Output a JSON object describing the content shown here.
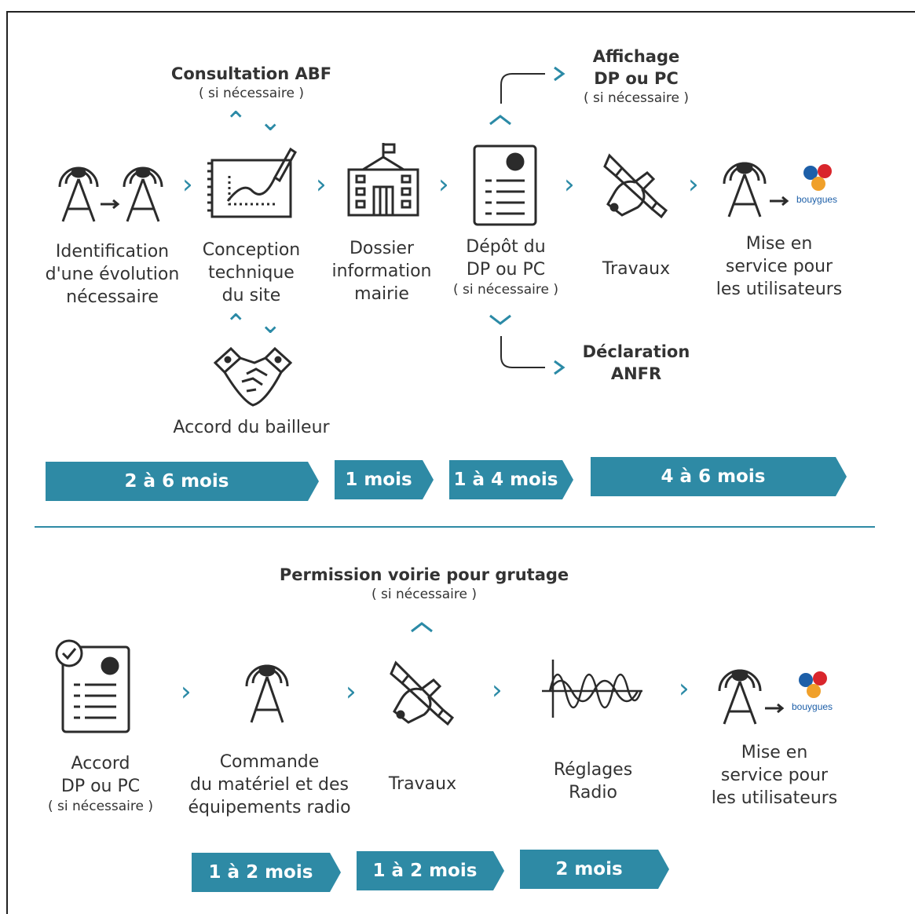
{
  "top": {
    "headings": {
      "consultation": {
        "title": "Consultation ABF",
        "note": "( si nécessaire )"
      },
      "affichage": {
        "line1": "Affichage",
        "line2": "DP ou PC",
        "note": "( si nécessaire )"
      },
      "declaration": {
        "line1": "Déclaration",
        "line2": "ANFR"
      }
    },
    "steps": [
      {
        "line1": "Identification",
        "line2": "d'une évolution",
        "line3": "nécessaire"
      },
      {
        "line1": "Conception",
        "line2": "technique",
        "line3": "du site"
      },
      {
        "line1": "Dossier",
        "line2": "information",
        "line3": "mairie"
      },
      {
        "line1": "Dépôt du",
        "line2": "DP ou PC",
        "note": "( si nécessaire )"
      },
      {
        "line1": "Travaux"
      },
      {
        "line1": "Mise en",
        "line2": "service pour",
        "line3": "les utilisateurs"
      }
    ],
    "accord_bailleur": "Accord du bailleur",
    "durations": [
      "2 à 6 mois",
      "1 mois",
      "1 à 4 mois",
      "4 à 6 mois"
    ]
  },
  "bottom": {
    "heading": {
      "title": "Permission voirie pour grutage",
      "note": "( si nécessaire )"
    },
    "steps": [
      {
        "line1": "Accord",
        "line2": "DP ou PC",
        "note": "( si nécessaire )"
      },
      {
        "line1": "Commande",
        "line2": "du matériel et des",
        "line3": "équipements radio"
      },
      {
        "line1": "Travaux"
      },
      {
        "line1": "Réglages",
        "line2": "Radio"
      },
      {
        "line1": "Mise en",
        "line2": "service pour",
        "line3": "les utilisateurs"
      }
    ],
    "durations": [
      "1 à 2 mois",
      "1 à 2 mois",
      "2 mois"
    ]
  },
  "brand": {
    "name": "bouygues",
    "colors": {
      "accent": "#2e8aa5",
      "red": "#d9262c",
      "blue": "#1d5fa8",
      "orange": "#f0a02a"
    }
  },
  "icons": [
    "antenna-icon",
    "drawing-board-icon",
    "town-hall-icon",
    "document-icon",
    "tools-icon",
    "handshake-icon",
    "signed-document-icon",
    "radio-wave-icon"
  ]
}
